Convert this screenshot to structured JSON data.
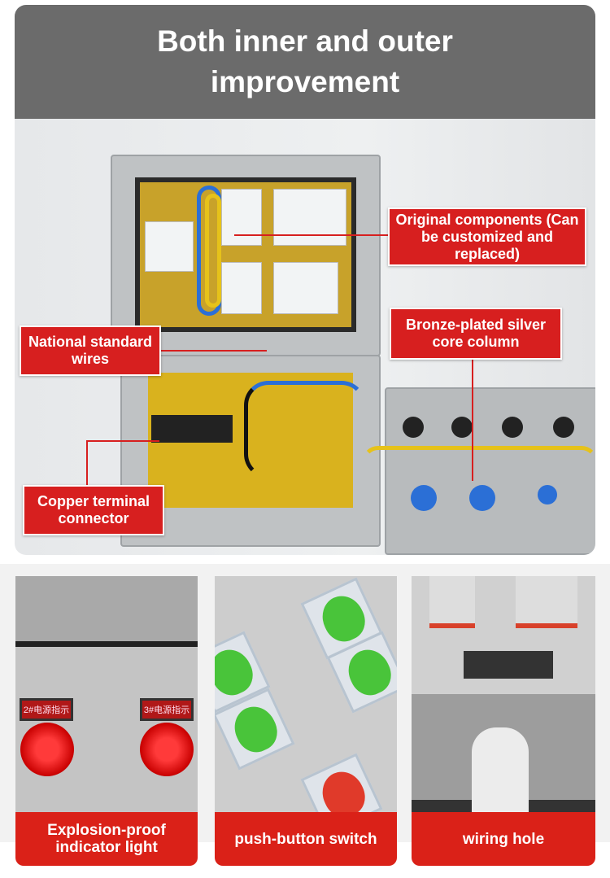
{
  "header": {
    "title": "Both inner and outer improvement"
  },
  "callouts": {
    "original_components": "Original components (Can be customized and replaced)",
    "bronze_core": "Bronze-plated silver core column",
    "national_wires": "National standard wires",
    "copper_terminal": "Copper terminal connector"
  },
  "features": [
    {
      "caption": "Explosion-proof indicator light",
      "tags": [
        "2#电源指示",
        "3#电源指示"
      ]
    },
    {
      "caption": "push-button switch"
    },
    {
      "caption": "wiring hole"
    }
  ],
  "colors": {
    "accent": "#d71f1f",
    "header": "#6b6b6b"
  }
}
